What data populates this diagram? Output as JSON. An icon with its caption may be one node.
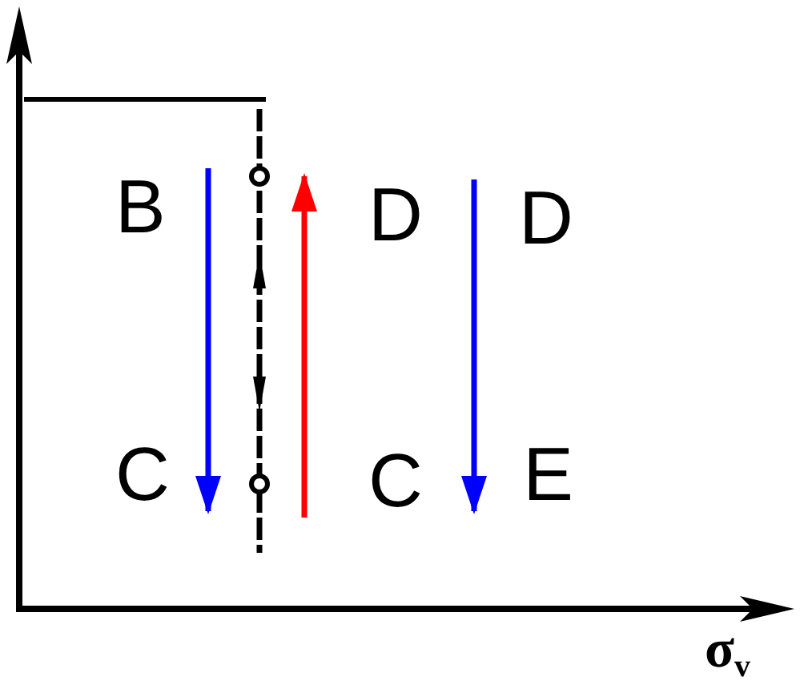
{
  "diagram": {
    "nodes": [
      {
        "text": [
          "B"
        ]
      },
      {
        "text": [
          "D"
        ]
      },
      {
        "text": [
          "D"
        ]
      },
      {
        "text": [
          "C"
        ]
      },
      {
        "text": [
          "C"
        ]
      },
      {
        "text": [
          "E"
        ]
      }
    ],
    "edges": [
      {
        "from": 0,
        "to": 3,
        "arrow": "to",
        "color": "#0000ff"
      },
      {
        "from": 4,
        "to": 1,
        "arrow": "to",
        "color": "#ff0000"
      },
      {
        "from": 2,
        "to": 5,
        "arrow": "to",
        "color": "#0000ff"
      }
    ],
    "labels": [
      "σ$_{v}$"
    ]
  }
}
